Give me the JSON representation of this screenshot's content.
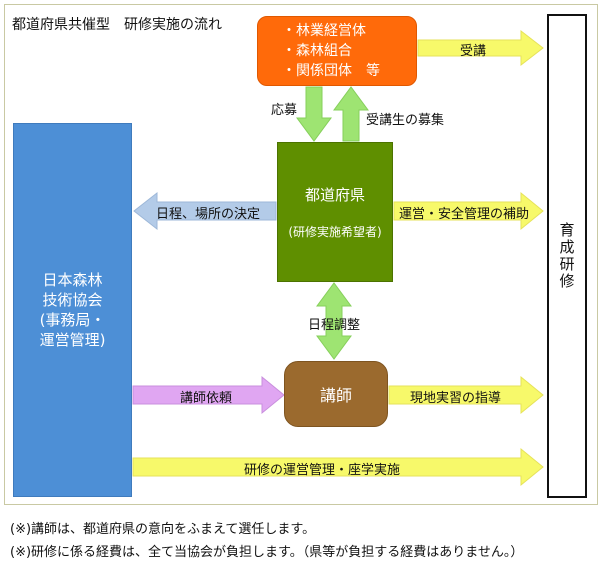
{
  "title": "都道府県共催型　研修実施の流れ",
  "org_box": {
    "items": [
      "・林業経営体",
      "・森林組合",
      "・関係団体　等"
    ],
    "color": "#ff6a0a"
  },
  "prefecture_box": {
    "title": "都道府県",
    "subtitle": "(研修実施希望者)",
    "color": "#5f8f00"
  },
  "jafta_box": {
    "lines": [
      "日本森林",
      "技術協会",
      "(事務局・",
      "運営管理)"
    ],
    "color": "#4d8fd6"
  },
  "lecturer_box": {
    "label": "講師",
    "color": "#9b6a2e"
  },
  "training_box": {
    "label": "育成研修"
  },
  "arrow_labels": {
    "attendance": "受講",
    "apply": "応募",
    "recruit": "受講生の募集",
    "schedule_place": "日程、場所の決定",
    "operation_safety": "運営・安全管理の補助",
    "schedule_adjust": "日程調整",
    "lecturer_request": "講師依頼",
    "field_training": "現地実習の指導",
    "management_lecture": "研修の運営管理・座学実施"
  },
  "arrow_colors": {
    "yellow": "#f7f96a",
    "green": "#9ee472",
    "blue": "#b3cbe8",
    "violet": "#e0a6f2"
  },
  "notes": [
    "(※)講師は、都道府県の意向をふまえて選任します。",
    "(※)研修に係る経費は、全て当協会が負担します。（県等が負担する経費はありません。）"
  ]
}
